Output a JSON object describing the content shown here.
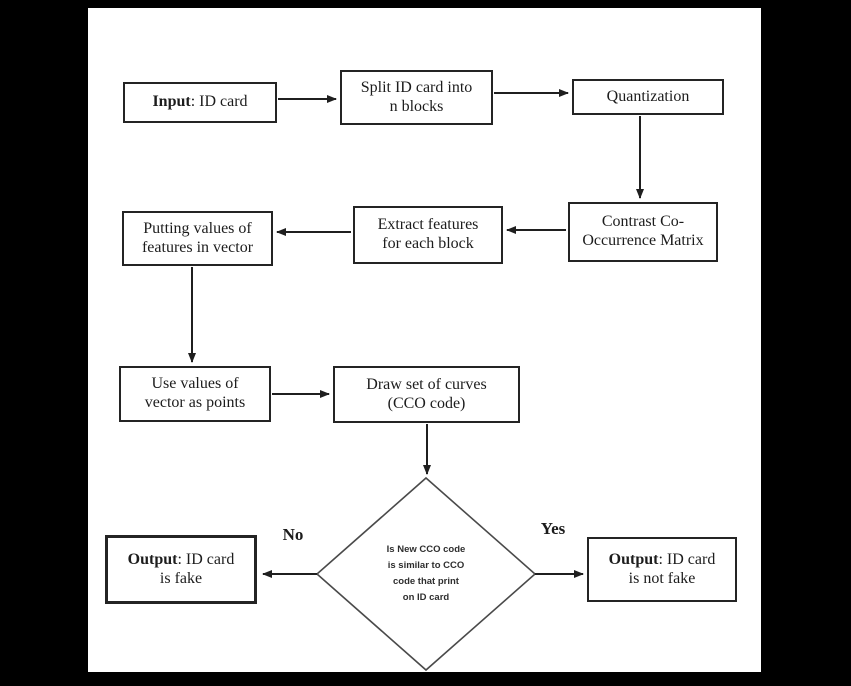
{
  "colors": {
    "page_background": "#000000",
    "canvas_background": "#ffffff",
    "line_color": "#1f1f1f"
  },
  "nodes": {
    "input": {
      "bold": "Input",
      "rest": ": ID card"
    },
    "split": {
      "label": "Split ID card into\nn blocks"
    },
    "quantization": {
      "label": "Quantization"
    },
    "contrast": {
      "label": "Contrast Co-\nOccurrence Matrix"
    },
    "extract": {
      "label": "Extract features\nfor each block"
    },
    "putting": {
      "label": "Putting values of\nfeatures in vector"
    },
    "use_values": {
      "label": "Use values of\nvector as points"
    },
    "draw_curves": {
      "label": "Draw set of curves\n(CCO code)"
    },
    "decision": {
      "label": "Is New CCO code\nis similar to CCO\ncode that print\non ID card"
    },
    "output_fake": {
      "bold": "Output",
      "rest": ": ID card\nis fake"
    },
    "output_not_fake": {
      "bold": "Output",
      "rest": ": ID card\nis not fake"
    }
  },
  "edge_labels": {
    "no": "No",
    "yes": "Yes"
  }
}
